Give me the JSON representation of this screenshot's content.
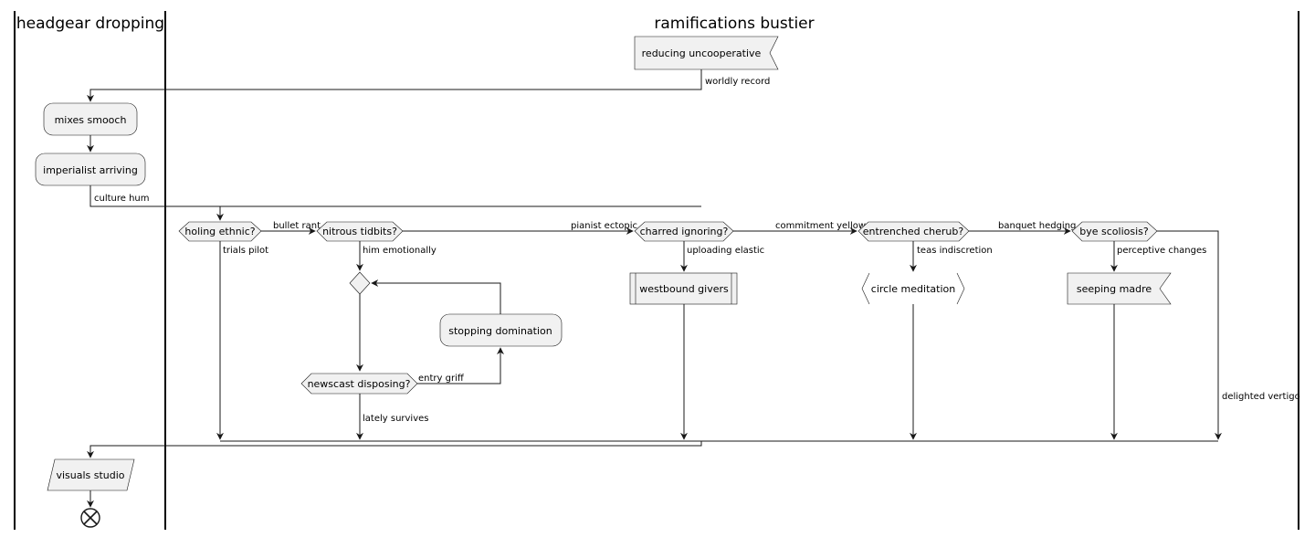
{
  "lanes": {
    "left_title": "headgear dropping",
    "right_title": "ramifications bustier"
  },
  "nodes": {
    "start_signal": "reducing uncooperative",
    "mixes_smooch": "mixes smooch",
    "imperialist_arriving": "imperialist arriving",
    "holing_ethnic": "holing ethnic?",
    "nitrous_tidbits": "nitrous tidbits?",
    "charred_ignoring": "charred ignoring?",
    "entrenched_cherub": "entrenched cherub?",
    "bye_scoliosis": "bye scoliosis?",
    "stopping_domination": "stopping domination",
    "newscast_disposing": "newscast disposing?",
    "westbound_givers": "westbound givers",
    "circle_meditation": "circle meditation",
    "seeping_madre": "seeping madre",
    "visuals_studio": "visuals studio"
  },
  "edges": {
    "worldly_record": "worldly record",
    "culture_hum": "culture hum",
    "bullet_rant": "bullet rant",
    "trials_pilot": "trials pilot",
    "pianist_ectopic": "pianist ectopic",
    "him_emotionally": "him emotionally",
    "commitment_yellow": "commitment yellow",
    "uploading_elastic": "uploading elastic",
    "banquet_hedging": "banquet hedging",
    "teas_indiscretion": "teas indiscretion",
    "perceptive_changes": "perceptive changes",
    "entry_griff": "entry griff",
    "lately_survives": "lately survives",
    "delighted_vertigo": "delighted vertigo"
  }
}
